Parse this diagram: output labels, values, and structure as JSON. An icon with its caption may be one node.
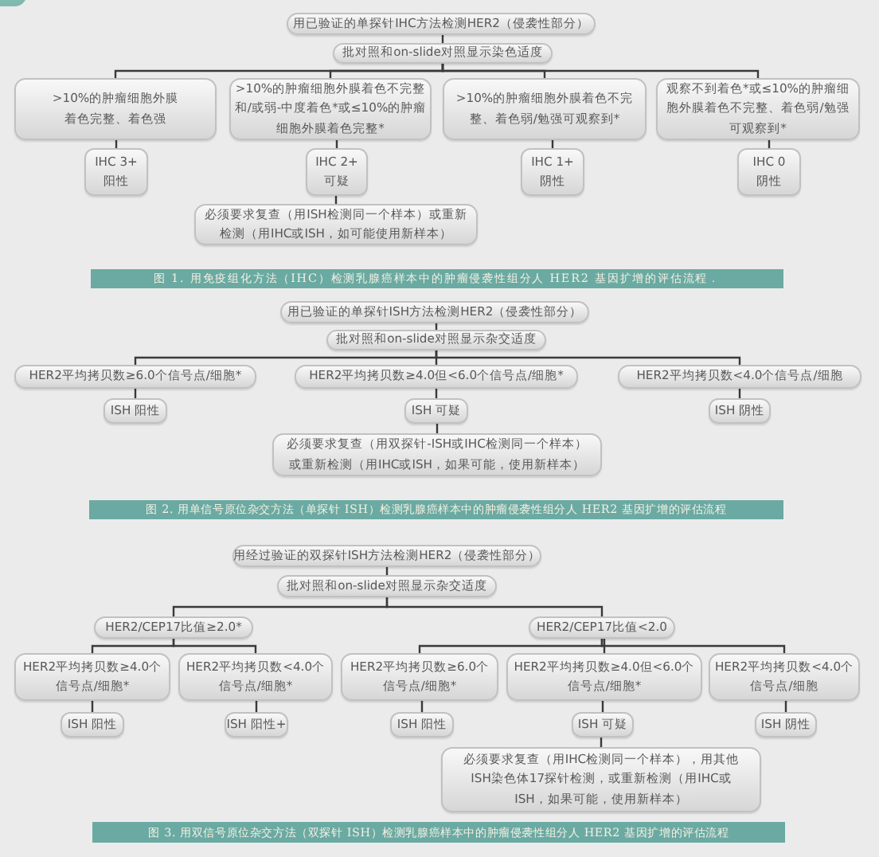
{
  "diagram": {
    "nodes": [
      {
        "text": [
          "用已验证的单探针IHC方法检测HER2（侵袭性部分）"
        ]
      },
      {
        "text": [
          "批对照和on-slide对照显示染色适度"
        ]
      },
      {
        "text": [
          ">10%的肿瘤细胞外膜着色完整、着色强"
        ]
      },
      {
        "text": [
          ">10%的肿瘤细胞外膜着色不完整和/或弱-中度着色*或≤10%的肿瘤细胞外膜着色完整*"
        ]
      },
      {
        "text": [
          ">10%的肿瘤细胞外膜着色不完整、着色弱/勉强可观察到*"
        ]
      },
      {
        "text": [
          "观察不到着色*或≤10%的肿瘤细胞外膜着色不完整、着色弱/勉强可观察到*"
        ]
      },
      {
        "text": [
          "IHC 3+",
          "阳性"
        ]
      },
      {
        "text": [
          "IHC 2+",
          "可疑"
        ]
      },
      {
        "text": [
          "IHC 1+",
          "阴性"
        ]
      },
      {
        "text": [
          "IHC 0",
          "阴性"
        ]
      },
      {
        "text": [
          "必须要求复查（用ISH检测同一个样本）或重新检测（用IHC或ISH，如可能使用新样本）"
        ]
      },
      {
        "text": [
          "图 1. 用免疫组化方法（IHC）检测乳腺癌样本中的肿瘤侵袭性组分人 HER2 基因扩增的评估流程．"
        ]
      },
      {
        "text": [
          "用已验证的单探针ISH方法检测HER2（侵袭性部分）"
        ]
      },
      {
        "text": [
          "批对照和on-slide对照显示杂交适度"
        ]
      },
      {
        "text": [
          "HER2平均拷贝数≥6.0个信号点/细胞*"
        ]
      },
      {
        "text": [
          "HER2平均拷贝数≥4.0但<6.0个信号点/细胞*"
        ]
      },
      {
        "text": [
          "HER2平均拷贝数<4.0个信号点/细胞"
        ]
      },
      {
        "text": [
          "ISH 阳性"
        ]
      },
      {
        "text": [
          "ISH 可疑"
        ]
      },
      {
        "text": [
          "ISH 阴性"
        ]
      },
      {
        "text": [
          "必须要求复查（用双探针-ISH或IHC检测同一个样本）或重新检测（用IHC或ISH，如果可能，使用新样本）"
        ]
      },
      {
        "text": [
          "图 2. 用单信号原位杂交方法（单探针 ISH）检测乳腺癌样本中的肿瘤侵袭性组分人 HER2 基因扩增的评估流程"
        ]
      },
      {
        "text": [
          "用经过验证的双探针ISH方法检测HER2（侵袭性部分）"
        ]
      },
      {
        "text": [
          "批对照和on-slide对照显示杂交适度"
        ]
      },
      {
        "text": [
          "HER2/CEP17比值≥2.0*"
        ]
      },
      {
        "text": [
          "HER2/CEP17比值<2.0"
        ]
      },
      {
        "text": [
          "HER2平均拷贝数≥4.0个信号点/细胞*"
        ]
      },
      {
        "text": [
          "HER2平均拷贝数<4.0个信号点/细胞*"
        ]
      },
      {
        "text": [
          "HER2平均拷贝数≥6.0个信号点/细胞*"
        ]
      },
      {
        "text": [
          "HER2平均拷贝数≥4.0但<6.0个信号点/细胞*"
        ]
      },
      {
        "text": [
          "HER2平均拷贝数<4.0个信号点/细胞"
        ]
      },
      {
        "text": [
          "ISH 阳性"
        ]
      },
      {
        "text": [
          "ISH 阳性+"
        ]
      },
      {
        "text": [
          "ISH 阳性"
        ]
      },
      {
        "text": [
          "ISH 可疑"
        ]
      },
      {
        "text": [
          "ISH 阴性"
        ]
      },
      {
        "text": [
          "必须要求复查（用IHC检测同一个样本），用其他ISH染色体17探针检测，或重新检测（用IHC或ISH，如果可能，使用新样本）"
        ]
      },
      {
        "text": [
          "图 3. 用双信号原位杂交方法（双探针 ISH）检测乳腺癌样本中的肿瘤侵袭性组分人 HER2 基因扩增的评估流程"
        ]
      }
    ],
    "edges": [
      {
        "from": 0,
        "to": 1,
        "arrow": "none"
      },
      {
        "from": 1,
        "to": 2,
        "arrow": "none"
      },
      {
        "from": 1,
        "to": 3,
        "arrow": "none"
      },
      {
        "from": 1,
        "to": 4,
        "arrow": "none"
      },
      {
        "from": 1,
        "to": 5,
        "arrow": "none"
      },
      {
        "from": 2,
        "to": 6,
        "arrow": "none"
      },
      {
        "from": 3,
        "to": 7,
        "arrow": "none"
      },
      {
        "from": 4,
        "to": 8,
        "arrow": "none"
      },
      {
        "from": 5,
        "to": 9,
        "arrow": "none"
      },
      {
        "from": 7,
        "to": 10,
        "arrow": "none"
      },
      {
        "from": 12,
        "to": 13,
        "arrow": "none"
      },
      {
        "from": 13,
        "to": 14,
        "arrow": "none"
      },
      {
        "from": 13,
        "to": 15,
        "arrow": "none"
      },
      {
        "from": 13,
        "to": 16,
        "arrow": "none"
      },
      {
        "from": 14,
        "to": 17,
        "arrow": "none"
      },
      {
        "from": 15,
        "to": 18,
        "arrow": "none"
      },
      {
        "from": 16,
        "to": 19,
        "arrow": "none"
      },
      {
        "from": 18,
        "to": 20,
        "arrow": "none"
      },
      {
        "from": 22,
        "to": 23,
        "arrow": "none"
      },
      {
        "from": 23,
        "to": 24,
        "arrow": "none"
      },
      {
        "from": 23,
        "to": 25,
        "arrow": "none"
      },
      {
        "from": 24,
        "to": 26,
        "arrow": "none"
      },
      {
        "from": 24,
        "to": 27,
        "arrow": "none"
      },
      {
        "from": 25,
        "to": 28,
        "arrow": "none"
      },
      {
        "from": 25,
        "to": 29,
        "arrow": "none"
      },
      {
        "from": 25,
        "to": 30,
        "arrow": "none"
      },
      {
        "from": 26,
        "to": 31,
        "arrow": "none"
      },
      {
        "from": 27,
        "to": 32,
        "arrow": "none"
      },
      {
        "from": 28,
        "to": 33,
        "arrow": "none"
      },
      {
        "from": 29,
        "to": 34,
        "arrow": "none"
      },
      {
        "from": 30,
        "to": 35,
        "arrow": "none"
      },
      {
        "from": 34,
        "to": 36,
        "arrow": "none"
      }
    ]
  }
}
